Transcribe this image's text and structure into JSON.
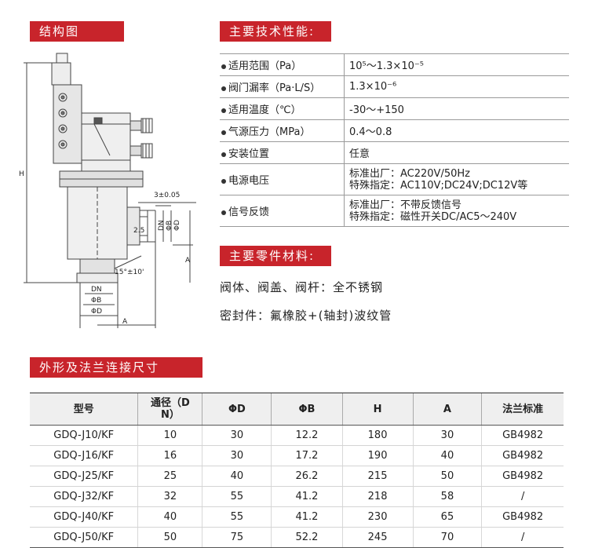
{
  "headers": {
    "structure": "结构图",
    "specs": "主要技术性能:",
    "materials": "主要零件材料:",
    "dimensions": "外形及法兰连接尺寸"
  },
  "diagram_labels": {
    "h": "H",
    "tolerance": "3±0.05",
    "dim_25": "2.5",
    "dn": "DN",
    "phi_b": "ΦB",
    "phi_d": "ΦD",
    "a": "A",
    "angle": "15°±10'",
    "bottom_dn": "DN",
    "bottom_phi_b": "ΦB",
    "bottom_phi_d": "ΦD",
    "bottom_a": "A"
  },
  "specs": [
    {
      "label": "适用范围（Pa）",
      "value": [
        "10⁵～1.3×10⁻⁵"
      ]
    },
    {
      "label": "阀门漏率（Pa·L/S）",
      "value": [
        "1.3×10⁻⁶"
      ]
    },
    {
      "label": "适用温度（℃）",
      "value": [
        "-30～+150"
      ]
    },
    {
      "label": "气源压力（MPa）",
      "value": [
        "0.4～0.8"
      ]
    },
    {
      "label": "安装位置",
      "value": [
        "任意"
      ]
    },
    {
      "label": "电源电压",
      "value": [
        "标准出厂：AC220V/50Hz",
        "特殊指定：AC110V;DC24V;DC12V等"
      ]
    },
    {
      "label": "信号反馈",
      "value": [
        "标准出厂：不带反馈信号",
        "特殊指定：磁性开关DC/AC5～240V"
      ]
    }
  ],
  "materials": {
    "line1": "阀体、阀盖、阀杆：全不锈钢",
    "line2": "密封件：氟橡胶+(轴封)波纹管"
  },
  "dim_table": {
    "headers": [
      "型号",
      "通径（DN）",
      "ΦD",
      "ΦB",
      "H",
      "A",
      "法兰标准"
    ],
    "rows": [
      [
        "GDQ-J10/KF",
        "10",
        "30",
        "12.2",
        "180",
        "30",
        "GB4982"
      ],
      [
        "GDQ-J16/KF",
        "16",
        "30",
        "17.2",
        "190",
        "40",
        "GB4982"
      ],
      [
        "GDQ-J25/KF",
        "25",
        "40",
        "26.2",
        "215",
        "50",
        "GB4982"
      ],
      [
        "GDQ-J32/KF",
        "32",
        "55",
        "41.2",
        "218",
        "58",
        "/"
      ],
      [
        "GDQ-J40/KF",
        "40",
        "55",
        "41.2",
        "230",
        "65",
        "GB4982"
      ],
      [
        "GDQ-J50/KF",
        "50",
        "75",
        "52.2",
        "245",
        "70",
        "/"
      ]
    ]
  }
}
